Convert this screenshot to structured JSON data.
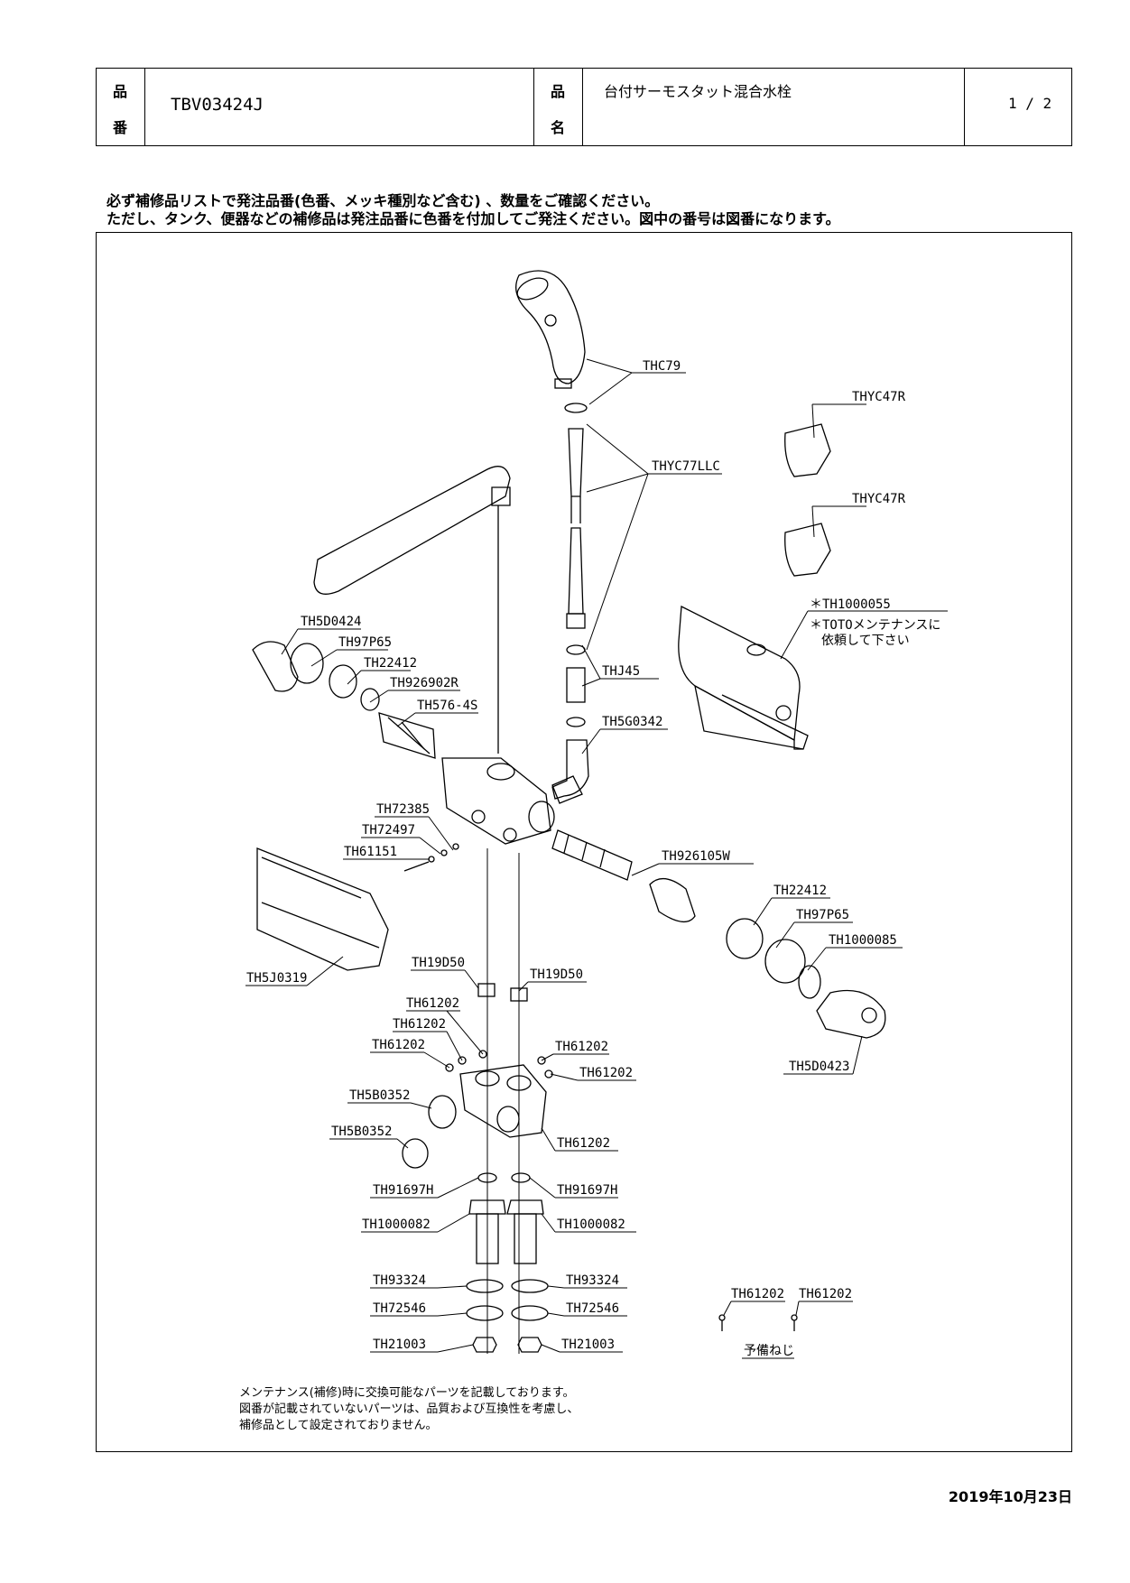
{
  "header": {
    "part_no_key_top": "品",
    "part_no_key_bottom": "番",
    "part_no": "TBV03424J",
    "name_key_top": "品",
    "name_key_bottom": "名",
    "name": "台付サーモスタット混合水栓",
    "page": "1 / 2"
  },
  "notes": {
    "line1": "必ず補修品リストで発注品番(色番、メッキ種別など含む) 、数量をご確認ください。",
    "line2": "ただし、タンク、便器などの補修品は発注品番に色番を付加してご発注ください。図中の番号は図番になります。"
  },
  "labels": {
    "thc79": "THC79",
    "thyc47r_1": "THYC47R",
    "thyc47r_2": "THYC47R",
    "thyc77llc": "THYC77LLC",
    "th1000055": "＊TH1000055",
    "toto_note1": "＊TOTOメンテナンスに",
    "toto_note2": "依頼して下さい",
    "th5d0424": "TH5D0424",
    "th97p65_l": "TH97P65",
    "th22412_l": "TH22412",
    "th926902r": "TH926902R",
    "th576_4s": "TH576-4S",
    "thj45": "THJ45",
    "th5g0342": "TH5G0342",
    "th72385": "TH72385",
    "th72497": "TH72497",
    "th61151": "TH61151",
    "th926105w": "TH926105W",
    "th22412_r": "TH22412",
    "th97p65_r": "TH97P65",
    "th1000085": "TH1000085",
    "th5j0319": "TH5J0319",
    "th19d50_l": "TH19D50",
    "th19d50_r": "TH19D50",
    "th61202_a": "TH61202",
    "th61202_b": "TH61202",
    "th61202_c": "TH61202",
    "th61202_d": "TH61202",
    "th61202_e": "TH61202",
    "th61202_f": "TH61202",
    "th5d0423": "TH5D0423",
    "th5b0352_a": "TH5B0352",
    "th5b0352_b": "TH5B0352",
    "th91697h_l": "TH91697H",
    "th91697h_r": "TH91697H",
    "th1000082_l": "TH1000082",
    "th1000082_r": "TH1000082",
    "th93324_l": "TH93324",
    "th93324_r": "TH93324",
    "th72546_l": "TH72546",
    "th72546_r": "TH72546",
    "th21003_l": "TH21003",
    "th21003_r": "TH21003",
    "th61202_sp1": "TH61202",
    "th61202_sp2": "TH61202",
    "spare_screw": "予備ねじ"
  },
  "maintenance_note": {
    "line1": "メンテナンス(補修)時に交換可能なパーツを記載しております。",
    "line2": "図番が記載されていないパーツは、品質および互換性を考慮し、",
    "line3": "補修品として設定されておりません。"
  },
  "date": "2019年10月23日"
}
